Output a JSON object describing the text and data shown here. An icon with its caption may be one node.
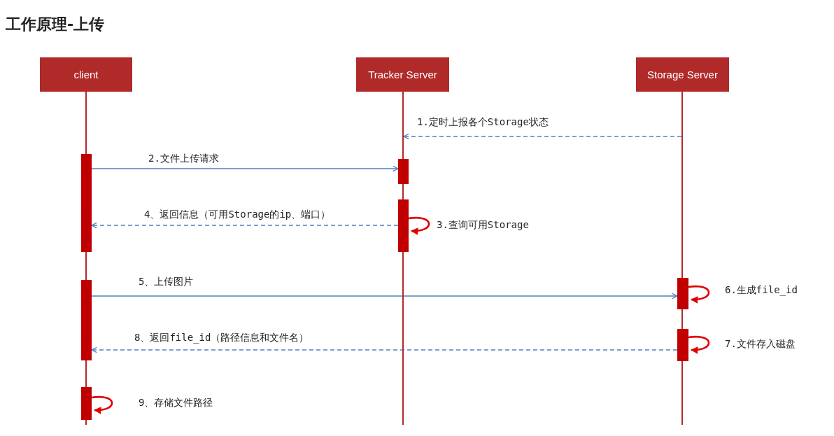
{
  "diagram": {
    "title": "工作原理-上传",
    "nodes": [
      {
        "text": [
          "client"
        ]
      },
      {
        "text": [
          "Tracker Server"
        ]
      },
      {
        "text": [
          "Storage Server"
        ]
      },
      {
        "text": [],
        "shape": "line"
      },
      {
        "text": [],
        "shape": "line"
      },
      {
        "text": [],
        "shape": "line"
      },
      {
        "text": [],
        "shape": "bar"
      },
      {
        "text": [],
        "shape": "bar"
      },
      {
        "text": [],
        "shape": "bar"
      },
      {
        "text": [],
        "shape": "bar"
      },
      {
        "text": [],
        "shape": "bar"
      },
      {
        "text": [],
        "shape": "bar"
      },
      {
        "text": [],
        "shape": "bar"
      }
    ],
    "edges": [
      {
        "from": 5,
        "to": 4,
        "arrow": "to",
        "style": "dashed",
        "label": "1.定时上报各个Storage状态"
      },
      {
        "from": 6,
        "to": 7,
        "arrow": "to",
        "label": "2.文件上传请求"
      },
      {
        "from": 8,
        "to": 6,
        "arrow": "to",
        "style": "dashed",
        "label": "4、返回信息（可用Storage的ip、端口）"
      },
      {
        "from": 8,
        "to": 8,
        "arrow": "to",
        "color": "#e00000",
        "label": "3.查询可用Storage"
      },
      {
        "from": 10,
        "to": 9,
        "arrow": "to",
        "label": "5、上传图片"
      },
      {
        "from": 9,
        "to": 9,
        "arrow": "to",
        "color": "#e00000",
        "label": "6.生成file_id"
      },
      {
        "from": 11,
        "to": 10,
        "arrow": "to",
        "style": "dashed",
        "label": "8、返回file_id（路径信息和文件名）"
      },
      {
        "from": 11,
        "to": 11,
        "arrow": "to",
        "color": "#e00000",
        "label": "7.文件存入磁盘"
      },
      {
        "from": 12,
        "to": 12,
        "arrow": "to",
        "color": "#e00000",
        "label": "9、存储文件路径"
      }
    ]
  }
}
